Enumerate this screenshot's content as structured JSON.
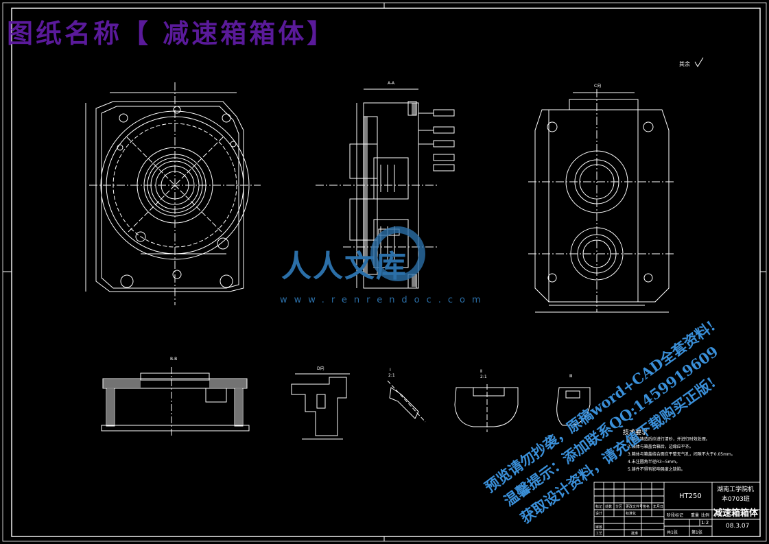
{
  "drawing_title": "图纸名称【 减速箱箱体】",
  "roughness_note": "其余",
  "views": {
    "a_view": "A-A",
    "c_view": "C向",
    "b_section": "B-B",
    "d_view": "D向",
    "detail_1": "Ⅰ",
    "detail_2": "Ⅱ",
    "detail_3": "Ⅲ",
    "detail_1_scale": "2:1",
    "detail_2_scale": "2:1"
  },
  "tech_requirements": {
    "heading": "技术要求",
    "items": [
      "1.箱体铸造后应进行清砂，并进行时效处理。",
      "2.箱体与箱盖合箱后，边缘应平齐。",
      "3.箱体与箱盖结合面应平整无气孔，间隙不大于0.05mm。",
      "4.未注圆角半径R3~5mm。",
      "5.铸件不得有影响强度之缺陷。"
    ]
  },
  "title_block": {
    "material": "HT250",
    "school": "湖南工学院机",
    "class": "本0703班",
    "part_name": "减速箱箱体",
    "scale_label": "比例",
    "scale": "1:2",
    "date": "08.3.07",
    "weight_label": "重量",
    "stage_label": "阶段标记",
    "sheet_label": "共1张",
    "sheet2_label": "第1张",
    "design_label": "设计",
    "check_label": "审核",
    "process_label": "工艺",
    "approve_label": "批准",
    "std_label": "标准化",
    "mark_label": "标记",
    "count_label": "处数",
    "zone_label": "分区",
    "doc_label": "更改文件号",
    "sign_label": "签名",
    "ymd_label": "年月日"
  },
  "watermarks": {
    "logo": "人人文库",
    "site": "www.renrendoc.com",
    "line1": "预览请勿抄袭，原稿word+CAD全套资料!",
    "line2": "温馨提示：添加联系QQ:1459919609",
    "line3": "获取设计资料，请充值下载购买正版!"
  }
}
